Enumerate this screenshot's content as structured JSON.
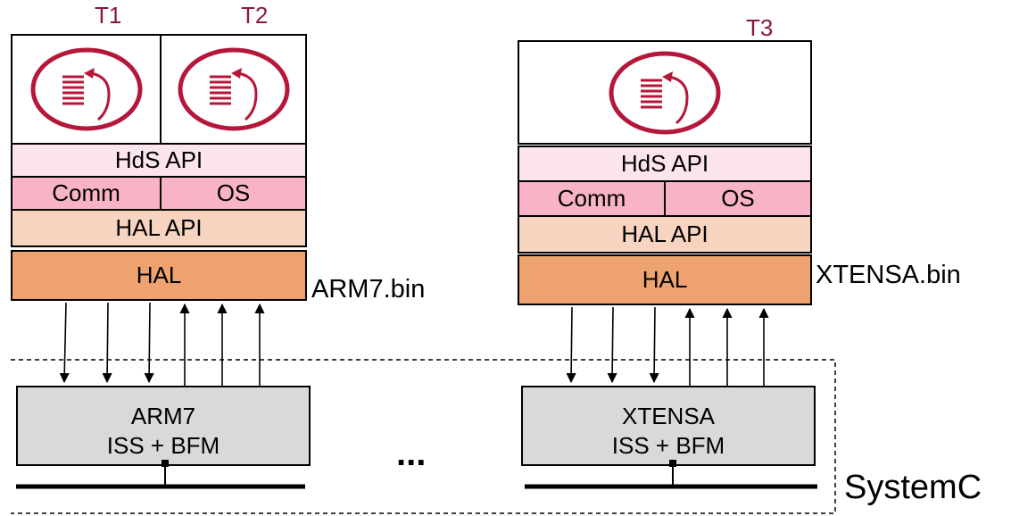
{
  "left_stack": {
    "threads": [
      "T1",
      "T2"
    ],
    "hds_api": "HdS API",
    "comm": "Comm",
    "os": "OS",
    "hal_api": "HAL API",
    "hal": "HAL",
    "binary": "ARM7.bin",
    "iss_line1": "ARM7",
    "iss_line2": "ISS + BFM"
  },
  "right_stack": {
    "thread": "T3",
    "hds_api": "HdS API",
    "comm": "Comm",
    "os": "OS",
    "hal_api": "HAL API",
    "hal": "HAL",
    "binary": "XTENSA.bin",
    "iss_line1": "XTENSA",
    "iss_line2": "ISS + BFM"
  },
  "ellipsis": "...",
  "systemc_label": "SystemC",
  "colors": {
    "task_red": "#b5173a",
    "hds_api": "#fce4ec",
    "comm_os": "#f8b4c6",
    "hal_api": "#f6d4c0",
    "hal": "#eda270",
    "iss": "#d9d9d9",
    "thread_label": "#8b1a3a"
  },
  "icons": [
    "task-loop-icon"
  ]
}
